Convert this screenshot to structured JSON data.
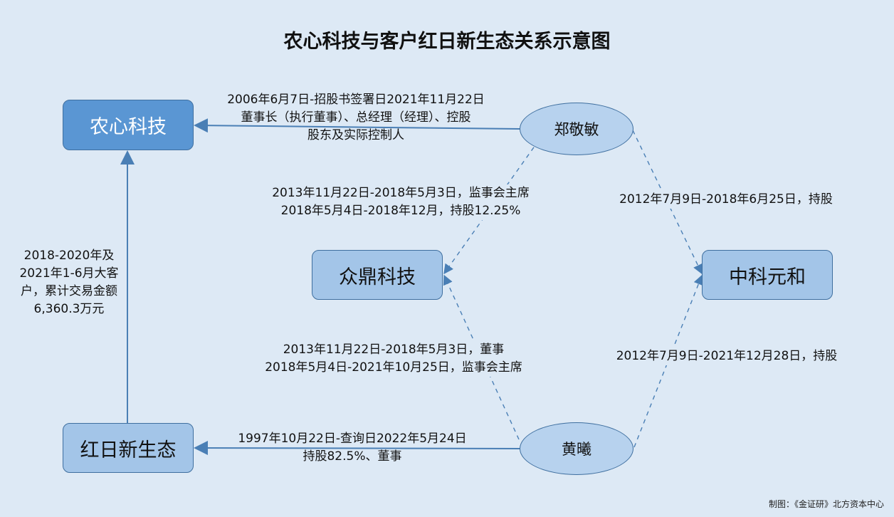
{
  "title": "农心科技与客户红日新生态关系示意图",
  "nodes": {
    "nongxin": "农心科技",
    "hongri": "红日新生态",
    "zhongding": "众鼎科技",
    "zhongke": "中科元和",
    "zheng": "郑敬敏",
    "huang": "黄曦"
  },
  "edges": {
    "zheng_nongxin": [
      "2006年6月7日-招股书签署日2021年11月22日",
      "董事长（执行董事）、总经理（经理）、控股",
      "股东及实际控制人"
    ],
    "zheng_zhongding": [
      "2013年11月22日-2018年5月3日，监事会主席",
      "2018年5月4日-2018年12月，持股12.25%"
    ],
    "zheng_zhongke": [
      "2012年7月9日-2018年6月25日，持股"
    ],
    "hongri_nongxin": [
      "2018-2020年及",
      "2021年1-6月大客",
      "户，累计交易金额",
      "6,360.3万元"
    ],
    "huang_zhongding": [
      "2013年11月22日-2018年5月3日，董事",
      "2018年5月4日-2021年10月25日，监事会主席"
    ],
    "huang_zhongke": [
      "2012年7月9日-2021年12月28日，持股"
    ],
    "huang_hongri": [
      "1997年10月22日-查询日2022年5月24日",
      "持股82.5%、董事"
    ]
  },
  "footer": "制图：《金证研》北方资本中心",
  "colors": {
    "background": "#dde9f5",
    "box_dark": "#5a96d3",
    "box_light": "#a3c5e8",
    "ellipse": "#b7d2ee",
    "line": "#4a7fb5"
  }
}
